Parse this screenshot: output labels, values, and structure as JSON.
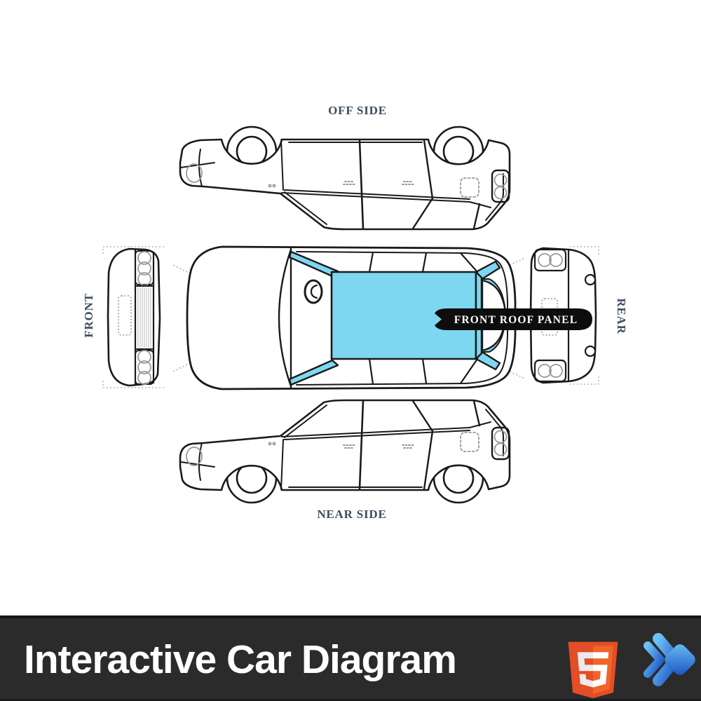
{
  "diagram": {
    "background": "#ffffff",
    "outline_color": "#1a1a1a",
    "highlight_color": "#7ed7f0",
    "label_color": "#3d4c63",
    "labels": {
      "off_side": "OFF SIDE",
      "near_side": "NEAR SIDE",
      "front": "FRONT",
      "rear": "REAR"
    },
    "callout": {
      "label": "FRONT ROOF PANEL",
      "background": "#0d0d0d",
      "text_color": "#ffffff"
    }
  },
  "banner": {
    "title": "Interactive Car Diagram",
    "background": "#2b2b2b",
    "title_color": "#ffffff",
    "logos": [
      {
        "name": "html5-logo",
        "colors": {
          "shield_left": "#e44d26",
          "shield_right": "#f16529",
          "five_shadow": "#ebebeb",
          "five": "#ffffff"
        }
      },
      {
        "name": "arrows-logo",
        "colors": {
          "gradient_start": "#6cc1f6",
          "gradient_end": "#1a4fc0"
        }
      }
    ]
  }
}
